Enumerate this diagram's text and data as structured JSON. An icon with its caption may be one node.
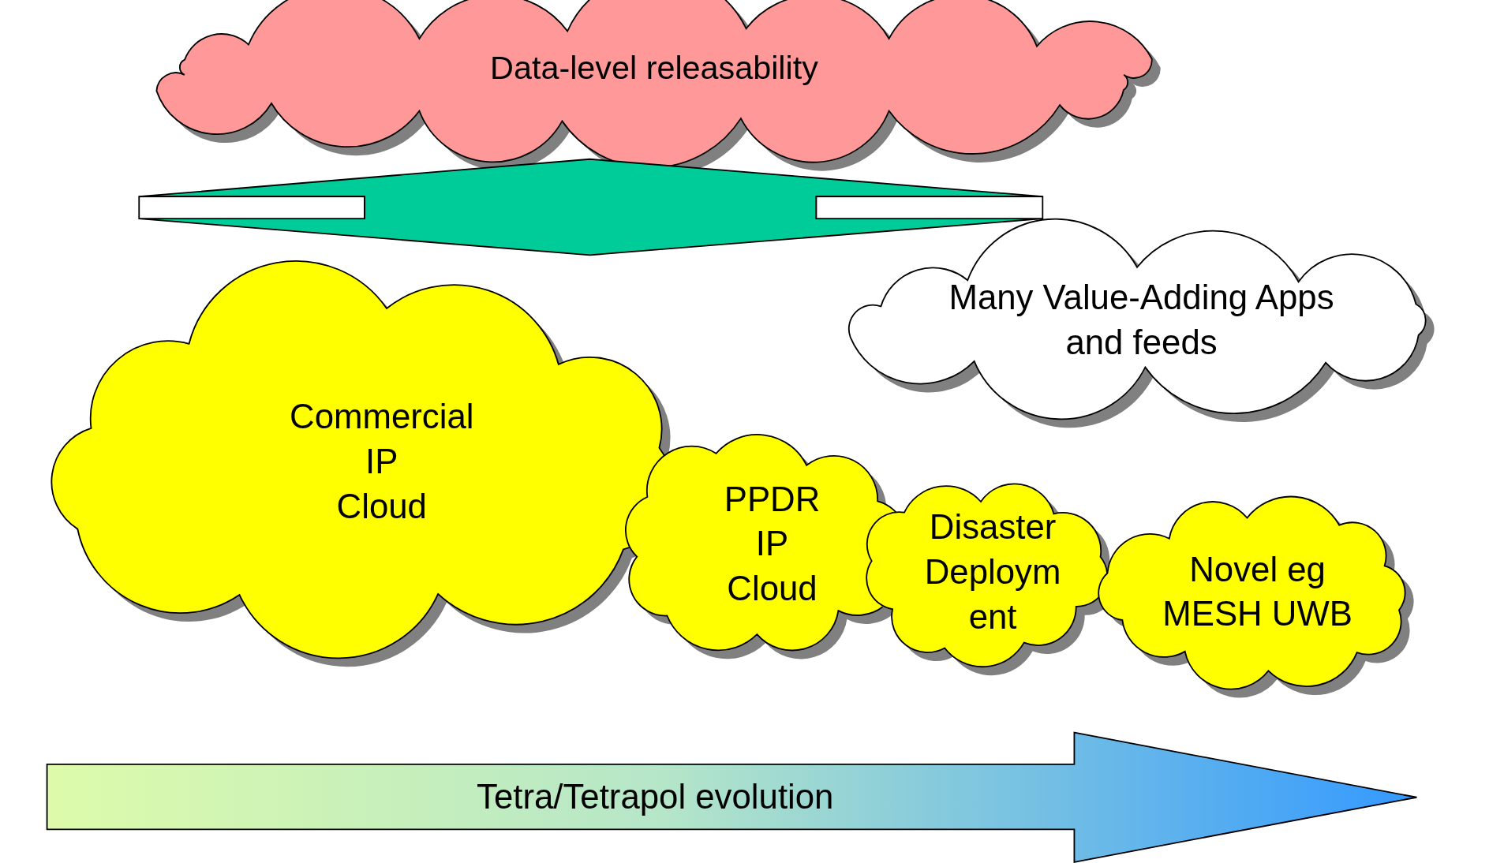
{
  "diagram": {
    "nodes": [
      {
        "text": [
          "Data-level releasability"
        ]
      },
      {
        "text": [
          "Many Value-Adding Apps and feeds"
        ]
      },
      {
        "text": [
          "Commercial IP Cloud"
        ]
      },
      {
        "text": [
          "PPDR IP Cloud"
        ]
      },
      {
        "text": [
          "Disaster Deploym ent"
        ]
      },
      {
        "text": [
          "Novel eg MESH UWB"
        ]
      },
      {
        "text": [
          "Tetra/Tetrapol evolution"
        ]
      }
    ],
    "edges": [
      {
        "from": 0,
        "to": 2,
        "arrow": "both"
      }
    ]
  }
}
